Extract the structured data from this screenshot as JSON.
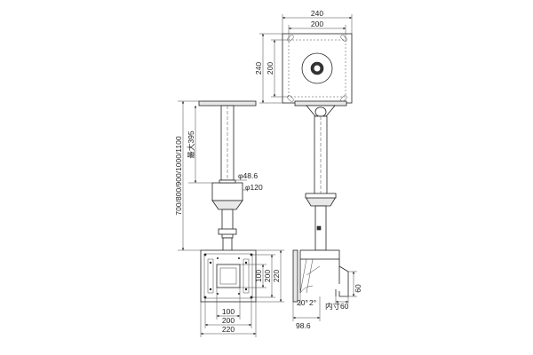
{
  "top_view": {
    "width_outer": "240",
    "width_inner": "200",
    "height_outer": "240",
    "height_inner": "200"
  },
  "front_view": {
    "height_range": "700/800/900/1000/1100",
    "max_stroke": "最大395",
    "pipe_diameter": "φ48.6",
    "collar_diameter": "φ120",
    "plate_w_100": "100",
    "plate_w_200": "200",
    "plate_w_220": "220",
    "plate_h_100": "100",
    "plate_h_200": "200",
    "plate_h_220": "220"
  },
  "side_view": {
    "tilt_angle": "20°",
    "swivel_angle": "2°",
    "depth": "98.6",
    "inner_size": "内寸60",
    "hook_height": "60"
  }
}
